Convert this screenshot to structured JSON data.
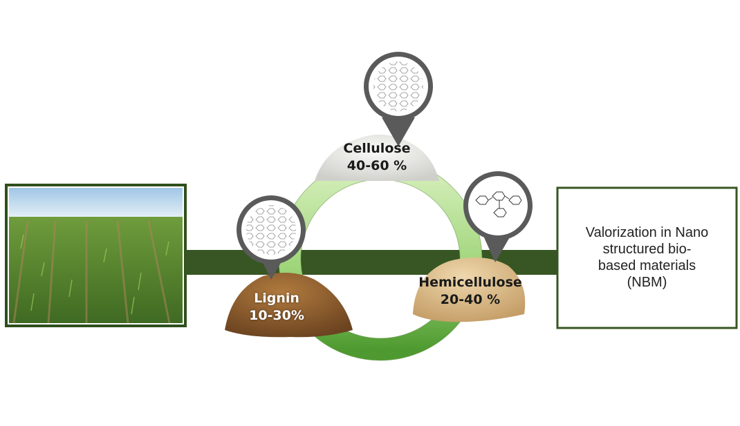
{
  "components": {
    "cellulose": {
      "name": "Cellulose",
      "range": "40-60 %"
    },
    "lignin": {
      "name": "Lignin",
      "range": "10-30%"
    },
    "hemicellulose": {
      "name": "Hemicellulose",
      "range": "20-40 %"
    }
  },
  "output": {
    "lines": [
      "Valorization in Nano",
      "structured bio-",
      "based materials",
      "(NBM)"
    ]
  },
  "colors": {
    "arrow": "#375623",
    "frame": "#3a5a24",
    "ring_light": "#c9e8a8",
    "ring_dark": "#5ea83c",
    "pin": "#5a5a5a",
    "cellulose_pile": "#e8e8e4",
    "lignin_pile": "#8a5a2c",
    "hemicellulose_pile": "#d9b98a"
  }
}
